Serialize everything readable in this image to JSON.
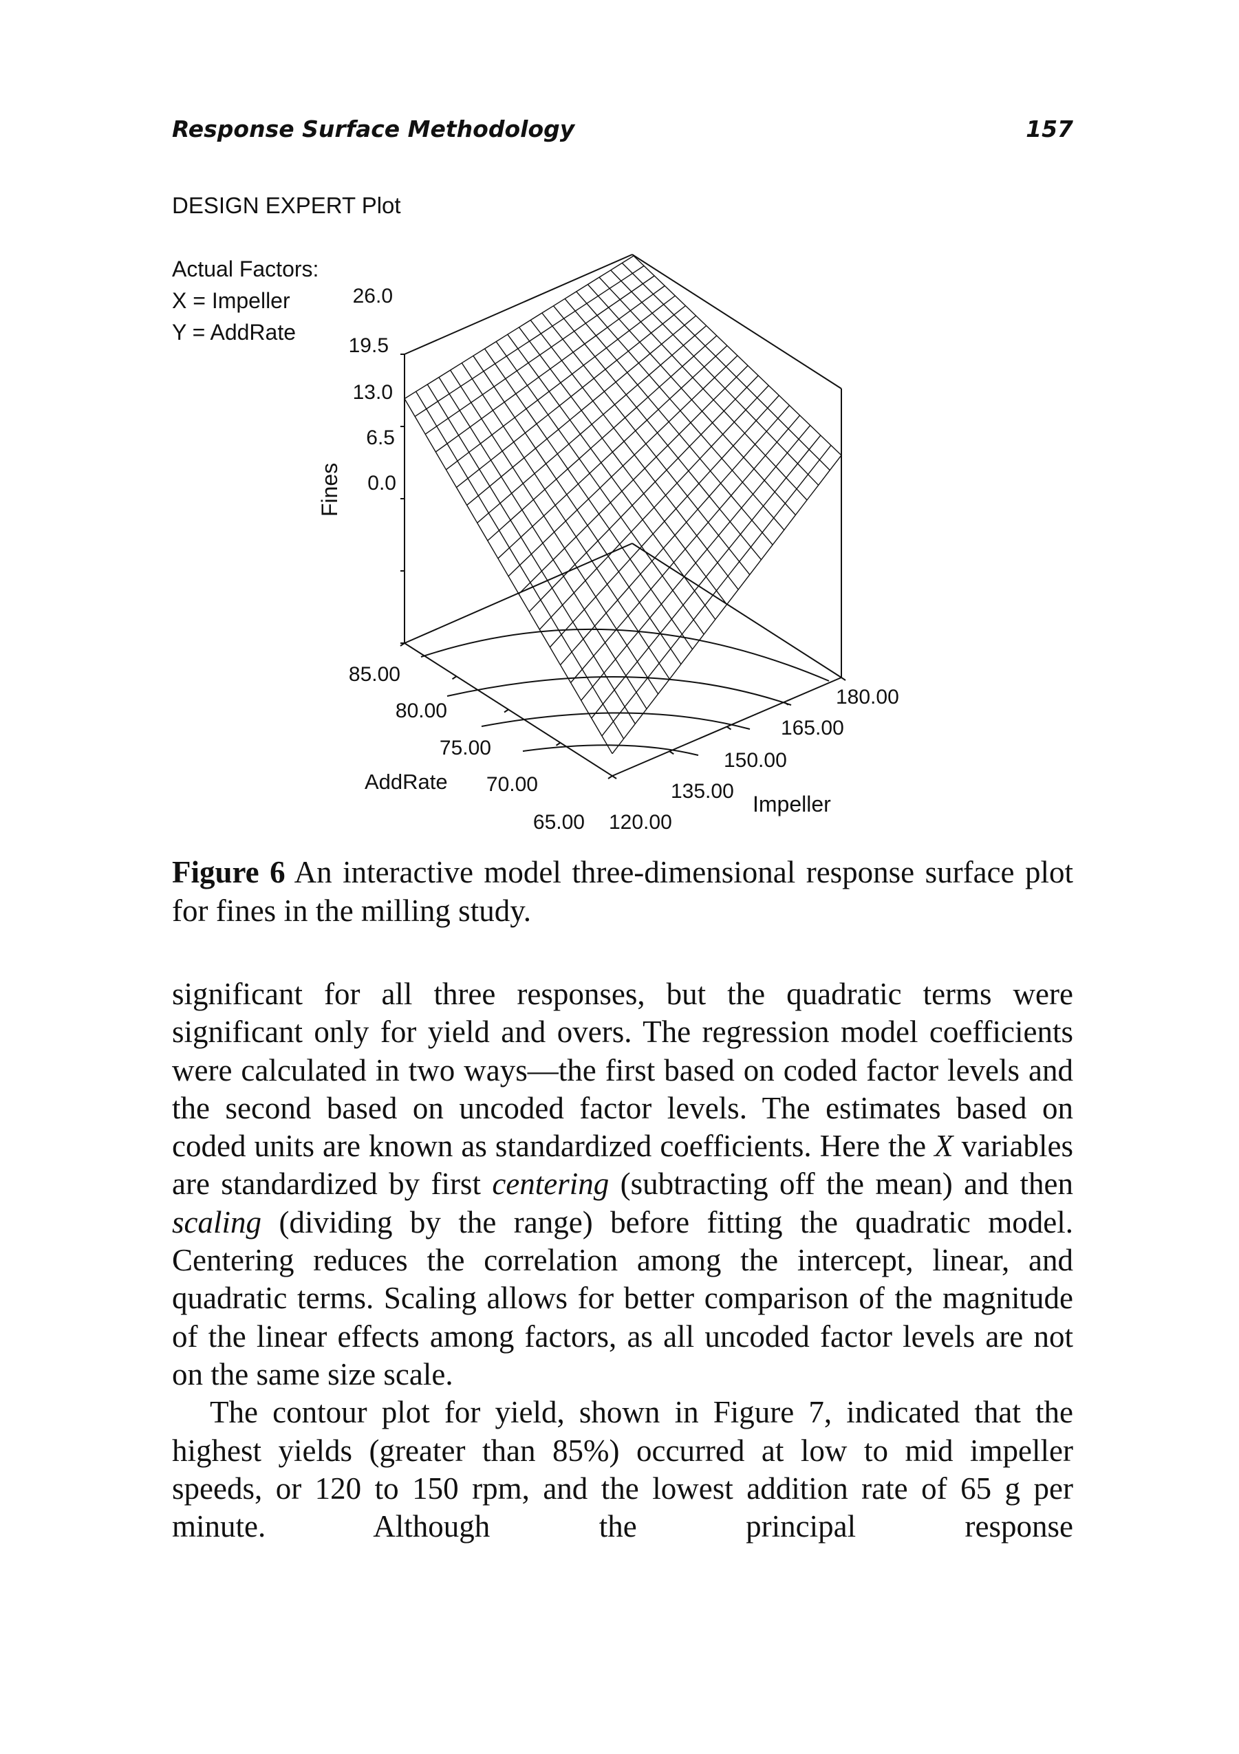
{
  "page": {
    "running_title": "Response Surface Methodology",
    "page_number": "157"
  },
  "figure": {
    "header": "DESIGN EXPERT Plot",
    "factors_heading": "Actual Factors:",
    "factors": [
      "X = Impeller",
      "Y = AddRate"
    ],
    "z_axis_title": "Fines",
    "z_ticks": [
      "26.0",
      "19.5",
      "13.0",
      "6.5",
      "0.0"
    ],
    "y_axis_title": "AddRate",
    "y_ticks": [
      "85.00",
      "80.00",
      "75.00",
      "70.00",
      "65.00"
    ],
    "x_axis_title": "Impeller",
    "x_ticks": [
      "120.00",
      "135.00",
      "150.00",
      "165.00",
      "180.00"
    ]
  },
  "chart_data": {
    "type": "surface",
    "z_label": "Fines",
    "x_label": "Impeller",
    "y_label": "AddRate",
    "z_range": [
      0.0,
      26.0
    ],
    "x_range": [
      120.0,
      180.0
    ],
    "y_range": [
      65.0,
      85.0
    ],
    "z_tick_values": [
      0.0,
      6.5,
      13.0,
      19.5,
      26.0
    ],
    "x_tick_values": [
      120.0,
      135.0,
      150.0,
      165.0,
      180.0
    ],
    "y_tick_values": [
      65.0,
      70.0,
      75.0,
      80.0,
      85.0
    ],
    "approx_surface_corners": [
      {
        "Impeller": 120.0,
        "AddRate": 65.0,
        "Fines": 2.0
      },
      {
        "Impeller": 180.0,
        "AddRate": 65.0,
        "Fines": 20.0
      },
      {
        "Impeller": 120.0,
        "AddRate": 85.0,
        "Fines": 22.0
      },
      {
        "Impeller": 180.0,
        "AddRate": 85.0,
        "Fines": 26.0
      }
    ],
    "contour_plot_on_floor": true,
    "grid_lines": true
  },
  "caption": {
    "label": "Figure 6",
    "text": "An interactive model three-dimensional response surface plot for fines in the milling study."
  },
  "body": {
    "p1": [
      {
        "t": "significant for all three responses, but the quadratic terms were significant only for yield and overs. The regression model coefficients were calculated in two ways—the first based on coded factor levels and the second based on uncoded factor levels. The estimates based on coded units are known as standardized coefficients. Here the "
      },
      {
        "t": "X",
        "i": true
      },
      {
        "t": " variables are standardized by first "
      },
      {
        "t": "centering",
        "i": true
      },
      {
        "t": " (subtracting off the mean) and then "
      },
      {
        "t": "scaling",
        "i": true
      },
      {
        "t": " (dividing by the range) before fitting the quadratic model. Centering reduces the correlation among the intercept, linear, and quadratic terms. Scaling allows for better comparison of the magnitude of the linear effects among factors, as all uncoded factor levels are not on the same size scale."
      }
    ],
    "p2": "The contour plot for yield, shown in Figure 7, indicated that the highest yields (greater than 85%) occurred at low to mid impeller speeds, or 120 to 150 rpm, and the lowest addition rate of 65 g per minute. Although the principal response"
  }
}
